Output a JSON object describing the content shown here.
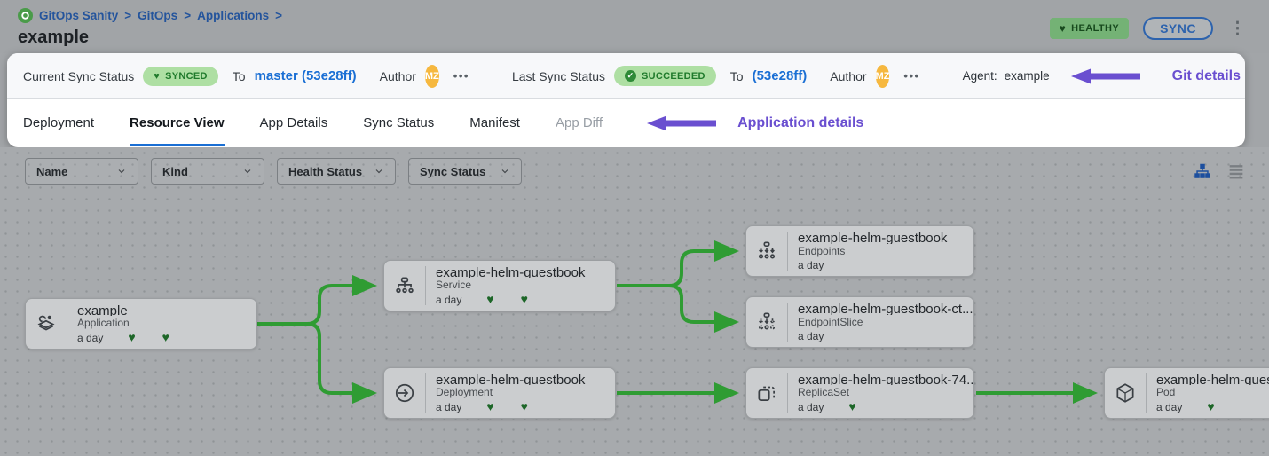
{
  "colors": {
    "accent_blue": "#1a6fd4",
    "breadcrumb_blue": "#24549c",
    "annotation_purple": "#6a4fd0",
    "status_badge_bg": "#aedfa3",
    "status_badge_text": "#1f7a2b",
    "healthy_badge_bg": "#74b275",
    "edge_green": "#2f9c33",
    "heart_green": "#1d6628",
    "avatar_orange": "#f6b83f"
  },
  "header": {
    "breadcrumb": {
      "items": [
        "GitOps Sanity",
        "GitOps",
        "Applications"
      ],
      "separator": ">"
    },
    "title": "example",
    "health_badge": "HEALTHY",
    "heart_glyph": "♥",
    "sync_button": "SYNC",
    "kebab_glyph": "⋮"
  },
  "status_bar": {
    "current": {
      "label": "Current Sync Status",
      "badge": "SYNCED",
      "to_label": "To",
      "target": "master (53e28ff)",
      "author_label": "Author",
      "avatar": "MZ",
      "more": "•••"
    },
    "last": {
      "label": "Last Sync Status",
      "badge": "SUCCEEDED",
      "to_label": "To",
      "target": "(53e28ff)",
      "author_label": "Author",
      "avatar": "MZ",
      "more": "•••",
      "check_glyph": "✓"
    },
    "agent_label": "Agent:",
    "agent_value": "example",
    "annotation": "Git details"
  },
  "tabs": {
    "items": [
      {
        "label": "Deployment"
      },
      {
        "label": "Resource View",
        "active": true
      },
      {
        "label": "App Details"
      },
      {
        "label": "Sync Status"
      },
      {
        "label": "Manifest"
      },
      {
        "label": "App Diff",
        "disabled": true
      }
    ],
    "annotation": "Application details"
  },
  "filters": {
    "dropdowns": [
      {
        "label": "Name"
      },
      {
        "label": "Kind"
      },
      {
        "label": "Health Status"
      },
      {
        "label": "Sync Status"
      }
    ]
  },
  "graph": {
    "nodes": [
      {
        "title": "example",
        "kind": "Application",
        "age": "a day",
        "hearts": 2,
        "icon": "application-icon"
      },
      {
        "title": "example-helm-guestbook",
        "kind": "Service",
        "age": "a day",
        "hearts": 2,
        "icon": "service-icon"
      },
      {
        "title": "example-helm-guestbook",
        "kind": "Deployment",
        "age": "a day",
        "hearts": 2,
        "icon": "deployment-icon"
      },
      {
        "title": "example-helm-guestbook",
        "kind": "Endpoints",
        "age": "a day",
        "hearts": 0,
        "icon": "endpoints-icon"
      },
      {
        "title": "example-helm-guestbook-ct...",
        "kind": "EndpointSlice",
        "age": "a day",
        "hearts": 0,
        "icon": "endpointslice-icon"
      },
      {
        "title": "example-helm-guestbook-74...",
        "kind": "ReplicaSet",
        "age": "a day",
        "hearts": 1,
        "icon": "replicaset-icon"
      },
      {
        "title": "example-helm-guest",
        "kind": "Pod",
        "age": "a day",
        "hearts": 1,
        "icon": "pod-icon"
      }
    ]
  }
}
